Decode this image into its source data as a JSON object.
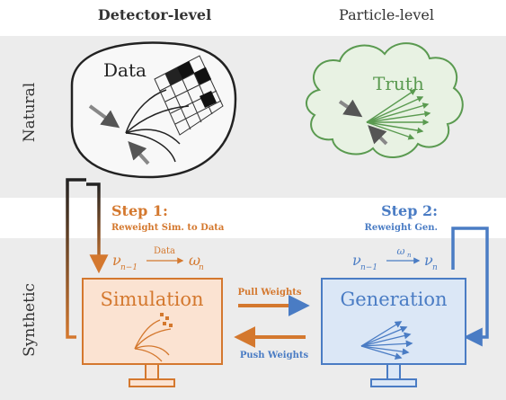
{
  "columns": {
    "detector": "Detector-level",
    "particle": "Particle-level"
  },
  "rows": {
    "natural": "Natural",
    "synthetic": "Synthetic"
  },
  "data_label": "Data",
  "truth_label": "Truth",
  "step1": {
    "title": "Step 1:",
    "subtitle": "Reweight Sim. to Data",
    "formula_left": "ν",
    "formula_left_sub": "n−1",
    "formula_over": "Data",
    "formula_right": "ω",
    "formula_right_sub": "n"
  },
  "step2": {
    "title": "Step 2:",
    "subtitle": "Reweight Gen.",
    "formula_left": "ν",
    "formula_left_sub": "n−1",
    "formula_over": "ω",
    "formula_over_sub": "n",
    "formula_right": "ν",
    "formula_right_sub": "n"
  },
  "simulation_label": "Simulation",
  "generation_label": "Generation",
  "pull_weights": "Pull Weights",
  "push_weights": "Push Weights",
  "colors": {
    "orange": "#d4782e",
    "blue": "#4a7cc4",
    "green": "#5a9a50",
    "gray_band": "#ececec",
    "dark": "#333333"
  }
}
